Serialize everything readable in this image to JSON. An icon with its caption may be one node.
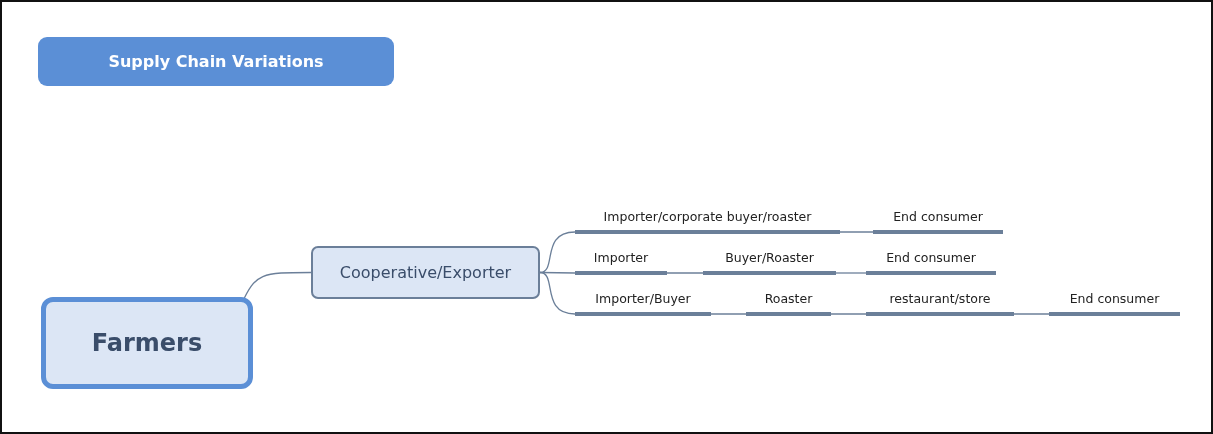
{
  "diagram": {
    "title": "Supply Chain Variations",
    "nodes": [
      {
        "text": [
          "Farmers"
        ]
      },
      {
        "text": [
          "Cooperative/Exporter"
        ]
      },
      {
        "text": [
          "Importer/corporate buyer/roaster"
        ]
      },
      {
        "text": [
          "End consumer"
        ]
      },
      {
        "text": [
          "Importer"
        ]
      },
      {
        "text": [
          "Buyer/Roaster"
        ]
      },
      {
        "text": [
          "End consumer"
        ]
      },
      {
        "text": [
          "Importer/Buyer"
        ]
      },
      {
        "text": [
          "Roaster"
        ]
      },
      {
        "text": [
          "restaurant/store"
        ]
      },
      {
        "text": [
          "End consumer"
        ]
      }
    ],
    "edges": [
      {
        "from": 0,
        "to": 1,
        "arrow": "none"
      },
      {
        "from": 1,
        "to": 2,
        "arrow": "none"
      },
      {
        "from": 1,
        "to": 4,
        "arrow": "none"
      },
      {
        "from": 1,
        "to": 7,
        "arrow": "none"
      },
      {
        "from": 2,
        "to": 3,
        "arrow": "none"
      },
      {
        "from": 4,
        "to": 5,
        "arrow": "none"
      },
      {
        "from": 5,
        "to": 6,
        "arrow": "none"
      },
      {
        "from": 7,
        "to": 8,
        "arrow": "none"
      },
      {
        "from": 8,
        "to": 9,
        "arrow": "none"
      },
      {
        "from": 9,
        "to": 10,
        "arrow": "none"
      }
    ]
  }
}
